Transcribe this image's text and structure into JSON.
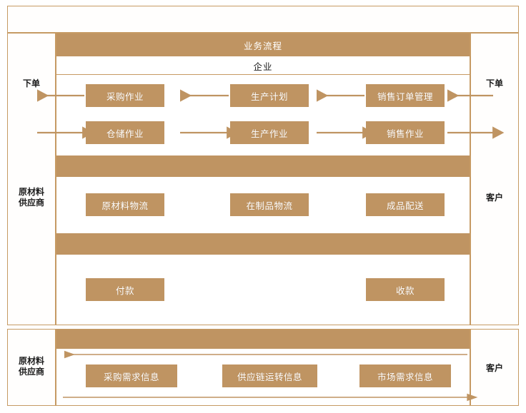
{
  "diagram": {
    "title": "业务流程",
    "subtitle": "企业",
    "sides": {
      "left_top_label": "下单",
      "right_top_label": "下单",
      "left_mid_label": "原材料\n供应商",
      "right_mid_label": "客户",
      "left_bottom_label": "原材料\n供应商",
      "right_bottom_label": "客户"
    },
    "rows": {
      "process_upper": [
        {
          "label": "采购作业"
        },
        {
          "label": "生产计划"
        },
        {
          "label": "销售订单管理"
        }
      ],
      "process_lower": [
        {
          "label": "仓储作业"
        },
        {
          "label": "生产作业"
        },
        {
          "label": "销售作业"
        }
      ],
      "logistics": [
        {
          "label": "原材料物流"
        },
        {
          "label": "在制品物流"
        },
        {
          "label": "成品配送"
        }
      ],
      "finance": [
        {
          "label": "付款"
        },
        {
          "label": "收款"
        }
      ],
      "information": [
        {
          "label": "采购需求信息"
        },
        {
          "label": "供应链运转信息"
        },
        {
          "label": "市场需求信息"
        }
      ]
    },
    "colors": {
      "accent": "#bf9462",
      "border": "#c69a63",
      "box_fill": "#bf9462",
      "box_text": "#ffffff",
      "label_text": "#1b1b1b",
      "page_bg": "#ffffff"
    },
    "arrows": {
      "upper_direction": "left",
      "lower_direction": "right",
      "info_top_direction": "left",
      "info_bottom_direction": "right"
    }
  }
}
